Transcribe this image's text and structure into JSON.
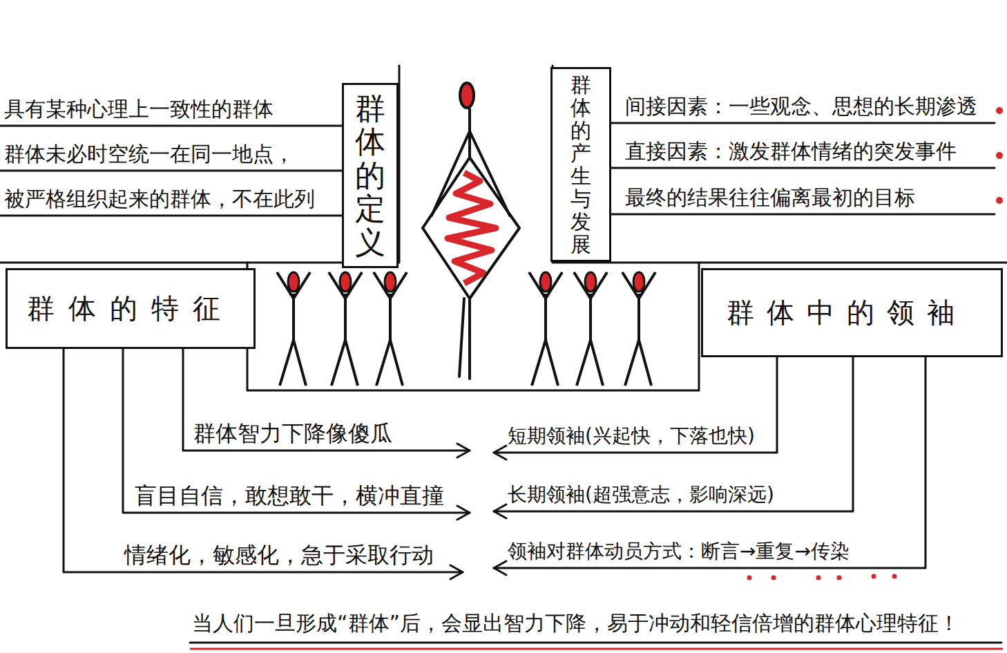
{
  "diagram": {
    "caption": "当人们一旦形成“群体”后，会显出智力下降，易于冲动和轻信倍增的群体心理特征！",
    "nodes": [
      {
        "text": [
          "群体的定义"
        ]
      },
      {
        "text": [
          "群体的产生与发展"
        ]
      },
      {
        "text": [
          "群体的特征"
        ]
      },
      {
        "text": [
          "群体中的领袖"
        ]
      }
    ],
    "labels": [
      "具有某种心理上一致性的群体",
      "群体未必时空统一在同一地点，",
      "被严格组织起来的群体，不在此列",
      "间接因素：一些观念、思想的长期渗透",
      "直接因素：激发群体情绪的突发事件",
      "最终的结果往往偏离最初的目标",
      "群体智力下降像傻瓜",
      "盲目自信，敢想敢干，横冲直撞",
      "情绪化，敏感化，急于采取行动",
      "短期领袖(兴起快，下落也快)",
      "长期领袖(超强意志，影响深远)",
      "领袖对群体动员方式：断言→重复→传染"
    ]
  }
}
